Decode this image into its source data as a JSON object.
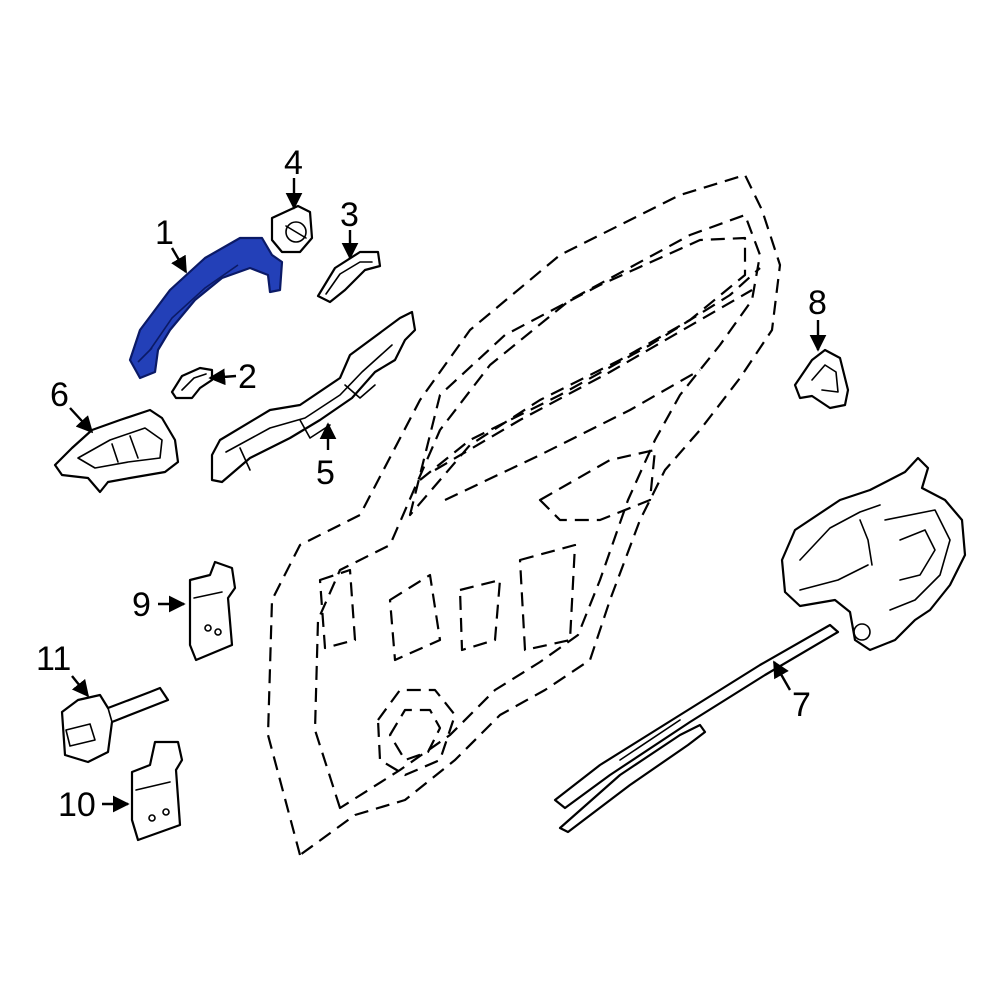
{
  "callouts": [
    {
      "id": "1",
      "label": "1"
    },
    {
      "id": "2",
      "label": "2"
    },
    {
      "id": "3",
      "label": "3"
    },
    {
      "id": "4",
      "label": "4"
    },
    {
      "id": "5",
      "label": "5"
    },
    {
      "id": "6",
      "label": "6"
    },
    {
      "id": "7",
      "label": "7"
    },
    {
      "id": "8",
      "label": "8"
    },
    {
      "id": "9",
      "label": "9"
    },
    {
      "id": "10",
      "label": "10"
    },
    {
      "id": "11",
      "label": "11"
    }
  ],
  "highlight": {
    "part": "1",
    "color": "#2340b8"
  }
}
